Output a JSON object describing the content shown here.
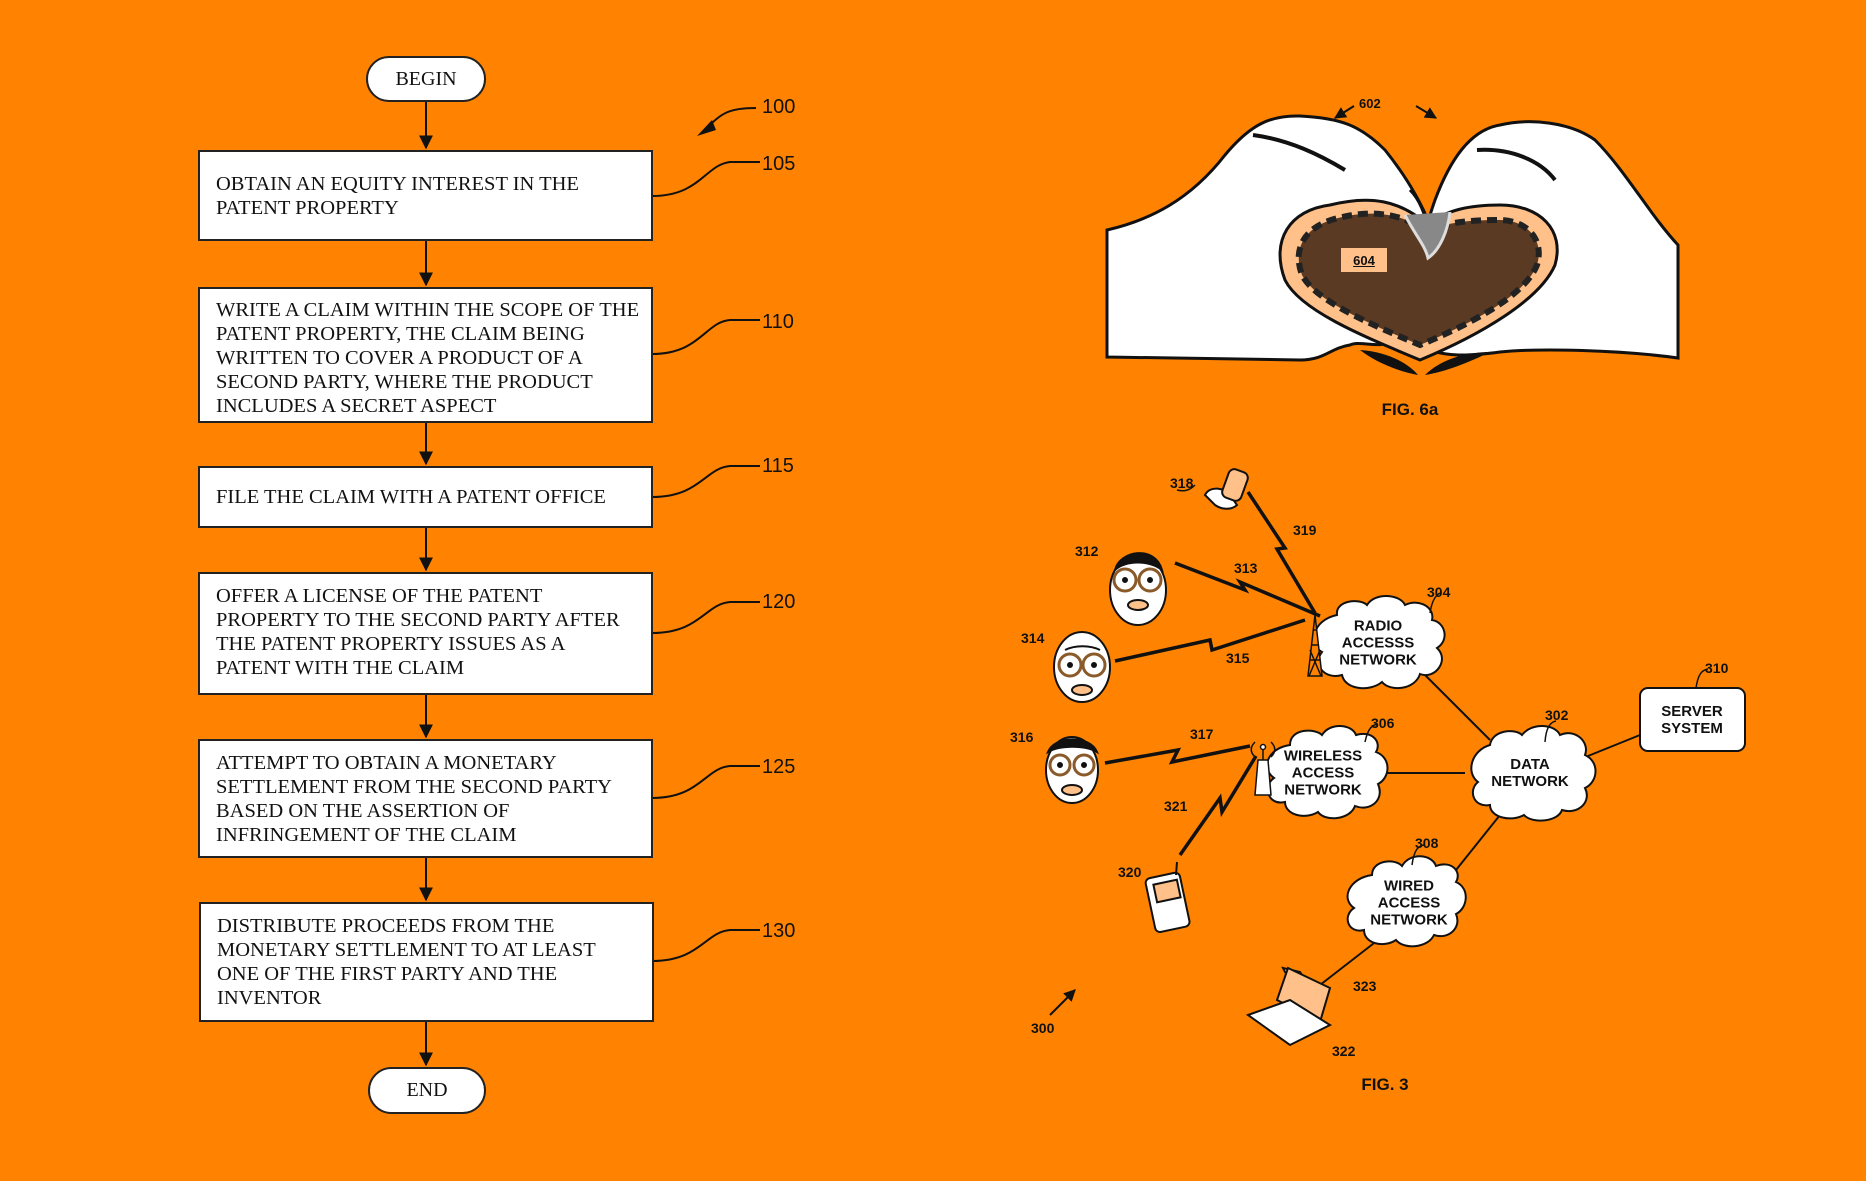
{
  "colors": {
    "background": "#ff8300",
    "box_fill": "#ffffff",
    "stroke": "#222222",
    "skin_accent": "#ffc08a",
    "heart_fill": "#5a3a22"
  },
  "flowchart": {
    "figure_ref": "100",
    "begin_label": "BEGIN",
    "end_label": "END",
    "steps": [
      {
        "ref": "105",
        "lines": [
          "OBTAIN AN EQUITY INTEREST IN THE",
          "PATENT PROPERTY"
        ]
      },
      {
        "ref": "110",
        "lines": [
          "WRITE A CLAIM WITHIN THE SCOPE OF THE",
          "PATENT PROPERTY, THE CLAIM BEING",
          "WRITTEN TO COVER A PRODUCT OF A",
          "SECOND PARTY, WHERE THE PRODUCT",
          "INCLUDES A SECRET ASPECT"
        ]
      },
      {
        "ref": "115",
        "lines": [
          "FILE THE CLAIM WITH A PATENT OFFICE"
        ]
      },
      {
        "ref": "120",
        "lines": [
          "OFFER A LICENSE OF THE PATENT",
          "PROPERTY TO THE SECOND PARTY AFTER",
          "THE PATENT PROPERTY ISSUES AS A",
          "PATENT WITH THE CLAIM"
        ]
      },
      {
        "ref": "125",
        "lines": [
          "ATTEMPT TO OBTAIN A MONETARY",
          "SETTLEMENT FROM THE SECOND PARTY",
          "BASED ON THE ASSERTION OF",
          "INFRINGEMENT OF THE CLAIM"
        ]
      },
      {
        "ref": "130",
        "lines": [
          "DISTRIBUTE PROCEEDS FROM THE",
          "MONETARY SETTLEMENT TO AT LEAST",
          "ONE OF THE FIRST PARTY AND THE",
          "INVENTOR"
        ]
      }
    ]
  },
  "fig6a": {
    "caption": "FIG. 6a",
    "hands_ref": "602",
    "heart_ref": "604"
  },
  "fig3": {
    "caption": "FIG. 3",
    "system_ref": "300",
    "networks": {
      "radio": {
        "ref": "304",
        "lines": [
          "RADIO",
          "ACCESSS",
          "NETWORK"
        ]
      },
      "wireless": {
        "ref": "306",
        "lines": [
          "WIRELESS",
          "ACCESS",
          "NETWORK"
        ]
      },
      "wired": {
        "ref": "308",
        "lines": [
          "WIRED",
          "ACCESS",
          "NETWORK"
        ]
      },
      "data": {
        "ref": "302",
        "lines": [
          "DATA",
          "NETWORK"
        ]
      }
    },
    "server": {
      "ref": "310",
      "lines": [
        "SERVER",
        "SYSTEM"
      ]
    },
    "devices": [
      {
        "ref": "312",
        "type": "face-with-glasses"
      },
      {
        "ref": "314",
        "type": "face-with-glasses"
      },
      {
        "ref": "316",
        "type": "face-with-glasses"
      },
      {
        "ref": "318",
        "type": "flip-phone"
      },
      {
        "ref": "320",
        "type": "mobile-phone"
      },
      {
        "ref": "322",
        "type": "laptop"
      }
    ],
    "links": [
      "313",
      "315",
      "317",
      "319",
      "321",
      "323"
    ]
  }
}
